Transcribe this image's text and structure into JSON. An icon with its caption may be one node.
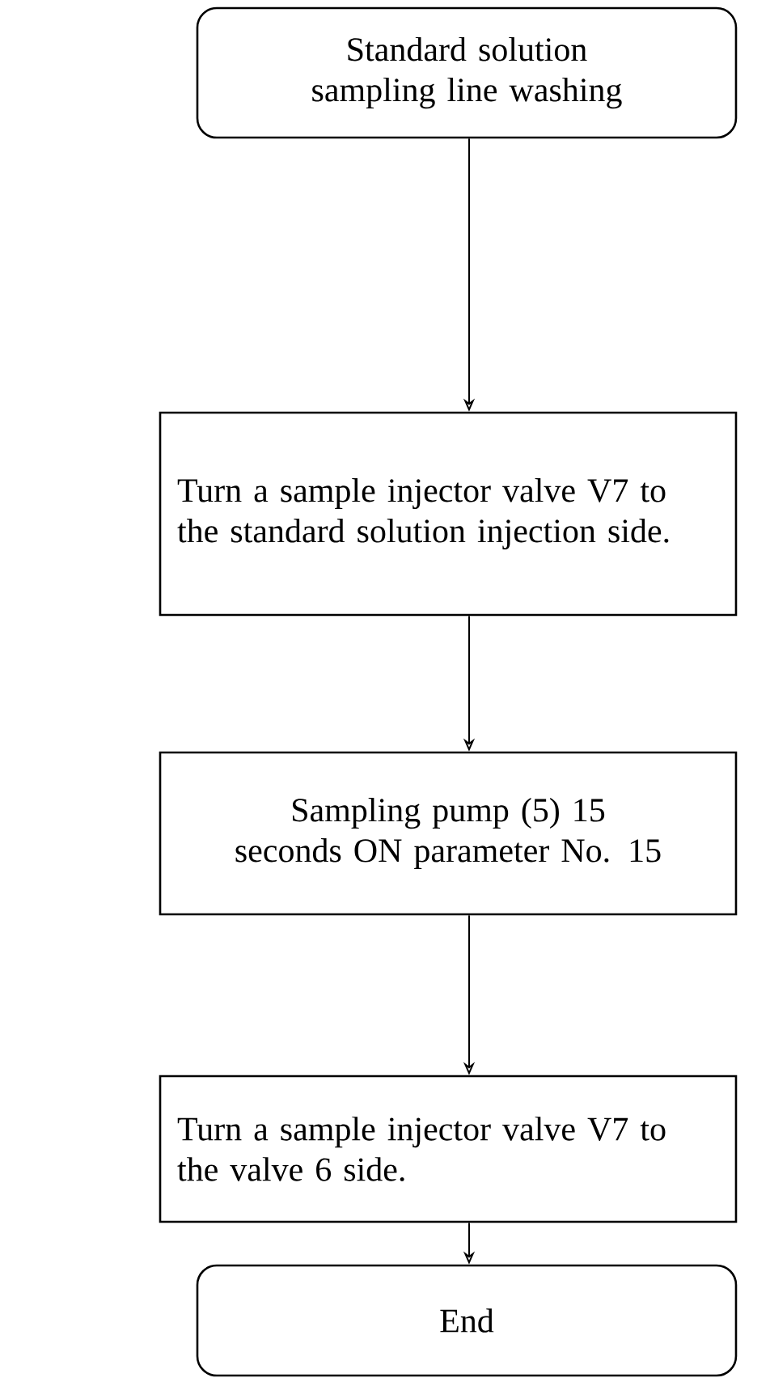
{
  "diagram": {
    "nodes": [
      {
        "text": [
          "Standard solution sampling line washing"
        ]
      },
      {
        "text": [
          "Turn a sample injector valve V7 to the standard solution injection side."
        ]
      },
      {
        "text": [
          "Sampling pump (5) 15 seconds ON parameter No. 15"
        ]
      },
      {
        "text": [
          "Turn a sample injector valve V7 to the valve 6 side."
        ]
      },
      {
        "text": [
          "End"
        ]
      }
    ],
    "edges": [
      {
        "from": 0,
        "to": 1,
        "arrow": "to"
      },
      {
        "from": 1,
        "to": 2,
        "arrow": "to"
      },
      {
        "from": 2,
        "to": 3,
        "arrow": "to"
      },
      {
        "from": 3,
        "to": 4,
        "arrow": "to"
      }
    ]
  }
}
